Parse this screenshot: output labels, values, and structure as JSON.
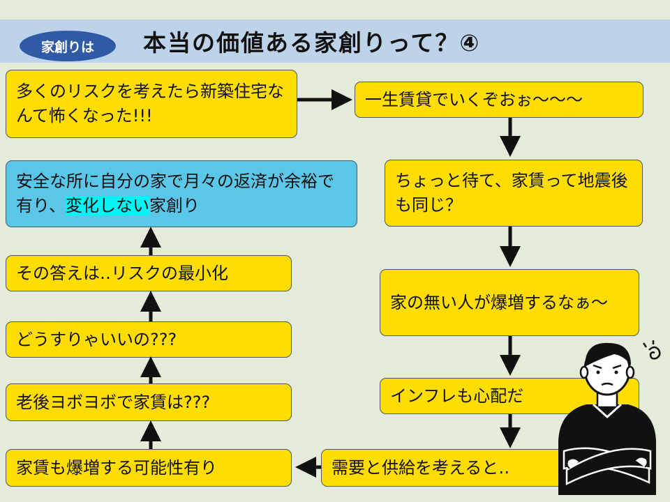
{
  "header": {
    "badge": "家創りは",
    "title": "本当の価値ある家創りって？④"
  },
  "flow": {
    "box1": "多くのリスクを考えたら新築住宅なんて怖くなった!!!",
    "box2": "一生賃貸でいくぞおぉ～～～",
    "box3": "ちょっと待て、家賃って地震後も同じ？",
    "box4": "家の無い人が爆増するなぁ～",
    "box5": "インフレも心配だ",
    "box6": "需要と供給を考えると‥",
    "box7": "家賃も爆増する可能性有り",
    "box8": "老後ヨボヨボで家賃は???",
    "box9": "どうすりゃいいの???",
    "box10": "その答えは‥リスクの最小化",
    "box11": {
      "before": "安全な所に自分の家で月々の返済が余裕で有り、",
      "highlight": "変化しない",
      "after": "家創り"
    }
  },
  "colors": {
    "header_bg": "#bdd3ea",
    "badge_bg": "#2f5ba6",
    "box_yellow": "#ffdd00",
    "box_blue": "#5bc7e8",
    "highlight": "#00f5f5",
    "page_bg": "#e4ecd9"
  },
  "illustration": {
    "icon": "worried-man-arms-crossed-icon"
  }
}
